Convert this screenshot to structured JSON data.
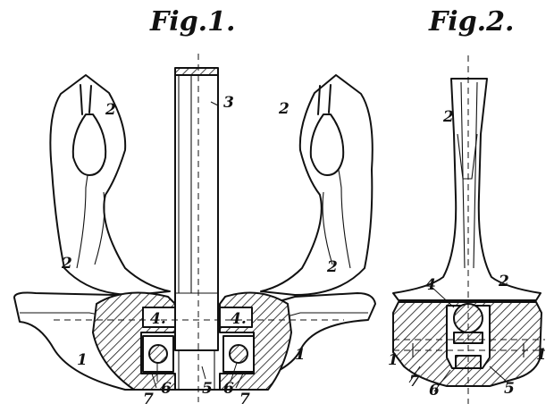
{
  "figures": {
    "fig1": {
      "title": "Fig.1.",
      "refs": [
        "1",
        "1",
        "2",
        "2",
        "2",
        "2",
        "3",
        "4.",
        "4.",
        "5",
        "6",
        "6",
        "7",
        "7"
      ]
    },
    "fig2": {
      "title": "Fig.2.",
      "refs": [
        "1",
        "1",
        "2",
        "2",
        "4",
        "5",
        "6",
        "7"
      ]
    }
  }
}
